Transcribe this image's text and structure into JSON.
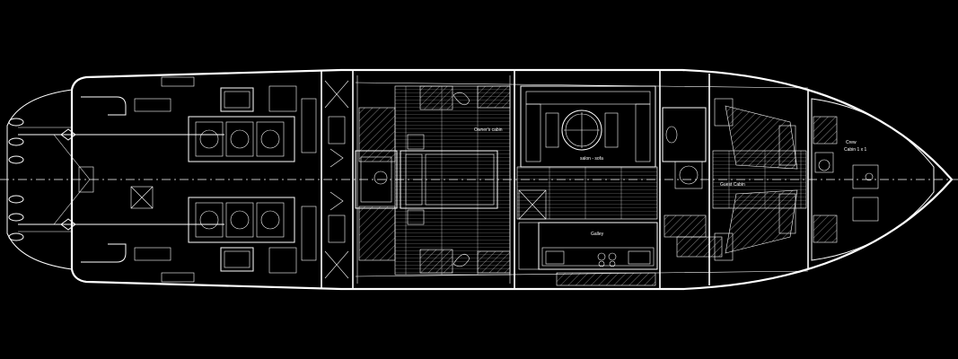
{
  "background_color": "#000000",
  "line_color": "#ffffff",
  "labels": {
    "owners_cabin": "Owner's cabin",
    "salon": "salon - sofa",
    "galley": "Galley",
    "guest_cabin": "Guest Cabin",
    "crew_title": "Crew",
    "crew_detail": "Cabin 1 x 1"
  }
}
